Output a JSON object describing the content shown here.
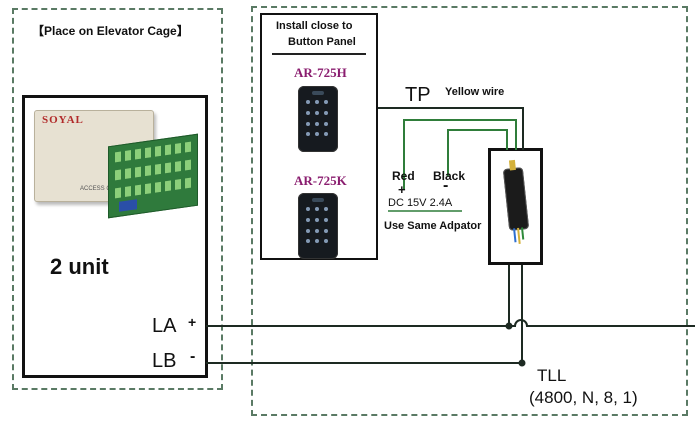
{
  "left_panel": {
    "title": "【Place on Elevator Cage】",
    "controller": {
      "brand": "SOYAL",
      "caption": "ACCESS CONTROL"
    },
    "unit_label": "2 unit",
    "ports": [
      {
        "name": "LA",
        "sign": "+"
      },
      {
        "name": "LB",
        "sign": "-"
      }
    ]
  },
  "reader_panel": {
    "title_line1": "Install close to",
    "title_line2": "Button Panel",
    "readers": [
      {
        "model": "AR-725H"
      },
      {
        "model": "AR-725K"
      }
    ]
  },
  "wiring": {
    "tp_label": "TP",
    "tp_wire": "Yellow wire",
    "red_label": "Red",
    "red_sign": "+",
    "black_label": "Black",
    "black_sign": "-",
    "power_spec": "DC 15V 2.4A",
    "power_note": "Use Same Adpator",
    "tll_label": "TLL",
    "tll_params": "(4800, N, 8, 1)"
  },
  "colors": {
    "dashed_border": "#5a7a64",
    "wire_dark": "#1d2a22",
    "wire_green": "#2f7d3a"
  }
}
